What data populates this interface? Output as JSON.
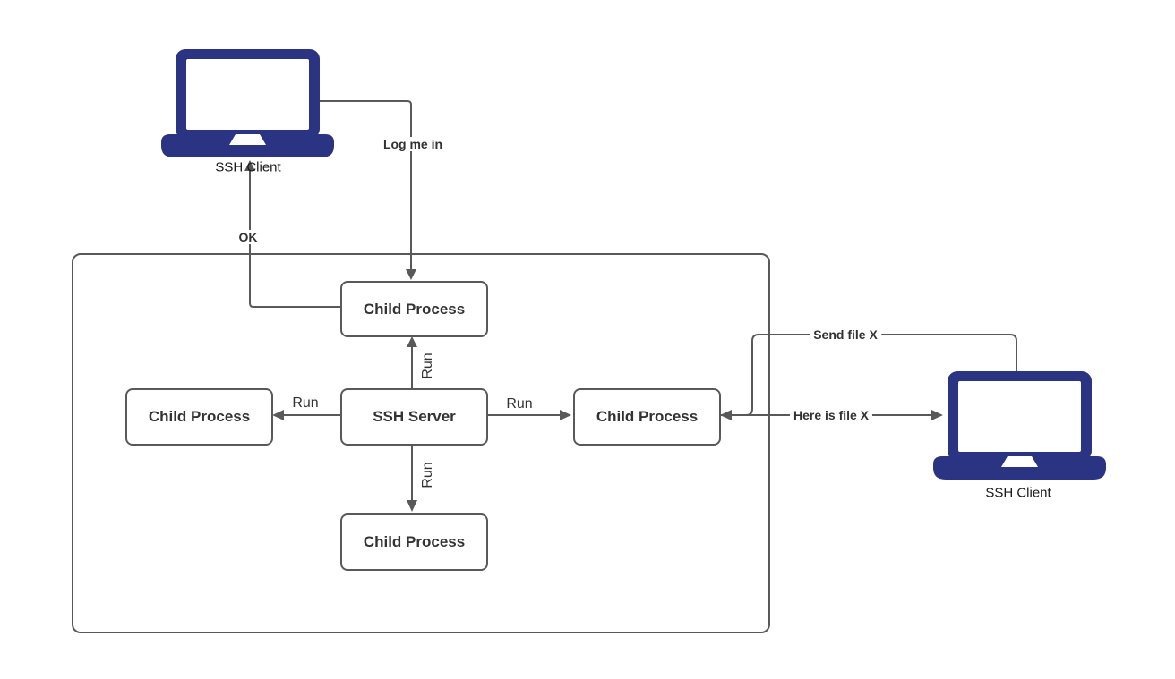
{
  "diagram": {
    "nodes": {
      "client_left": {
        "label": "SSH Client",
        "type": "laptop-icon"
      },
      "client_right": {
        "label": "SSH Client",
        "type": "laptop-icon"
      },
      "child_top": {
        "label": "Child Process",
        "type": "process-box"
      },
      "child_left": {
        "label": "Child Process",
        "type": "process-box"
      },
      "server": {
        "label": "SSH Server",
        "type": "process-box"
      },
      "child_right": {
        "label": "Child Process",
        "type": "process-box"
      },
      "child_bottom": {
        "label": "Child Process",
        "type": "process-box"
      }
    },
    "edges": {
      "log_me_in": {
        "label": "Log me in",
        "from": "client_left",
        "to": "child_top"
      },
      "ok": {
        "label": "OK",
        "from": "child_top",
        "to": "client_left"
      },
      "run_up": {
        "label": "Run",
        "from": "server",
        "to": "child_top"
      },
      "run_left": {
        "label": "Run",
        "from": "server",
        "to": "child_left"
      },
      "run_right": {
        "label": "Run",
        "from": "server",
        "to": "child_right"
      },
      "run_down": {
        "label": "Run",
        "from": "server",
        "to": "child_bottom"
      },
      "send_file": {
        "label": "Send file X",
        "from": "client_right",
        "to": "child_right"
      },
      "here_is_file": {
        "label": "Here is file X",
        "from": "child_right",
        "to": "client_right"
      }
    },
    "colors": {
      "laptop_fill": "#2b3483",
      "connector_stroke": "#595959",
      "node_border": "#595959",
      "node_text": "#333333",
      "label_text": "#333333"
    }
  }
}
